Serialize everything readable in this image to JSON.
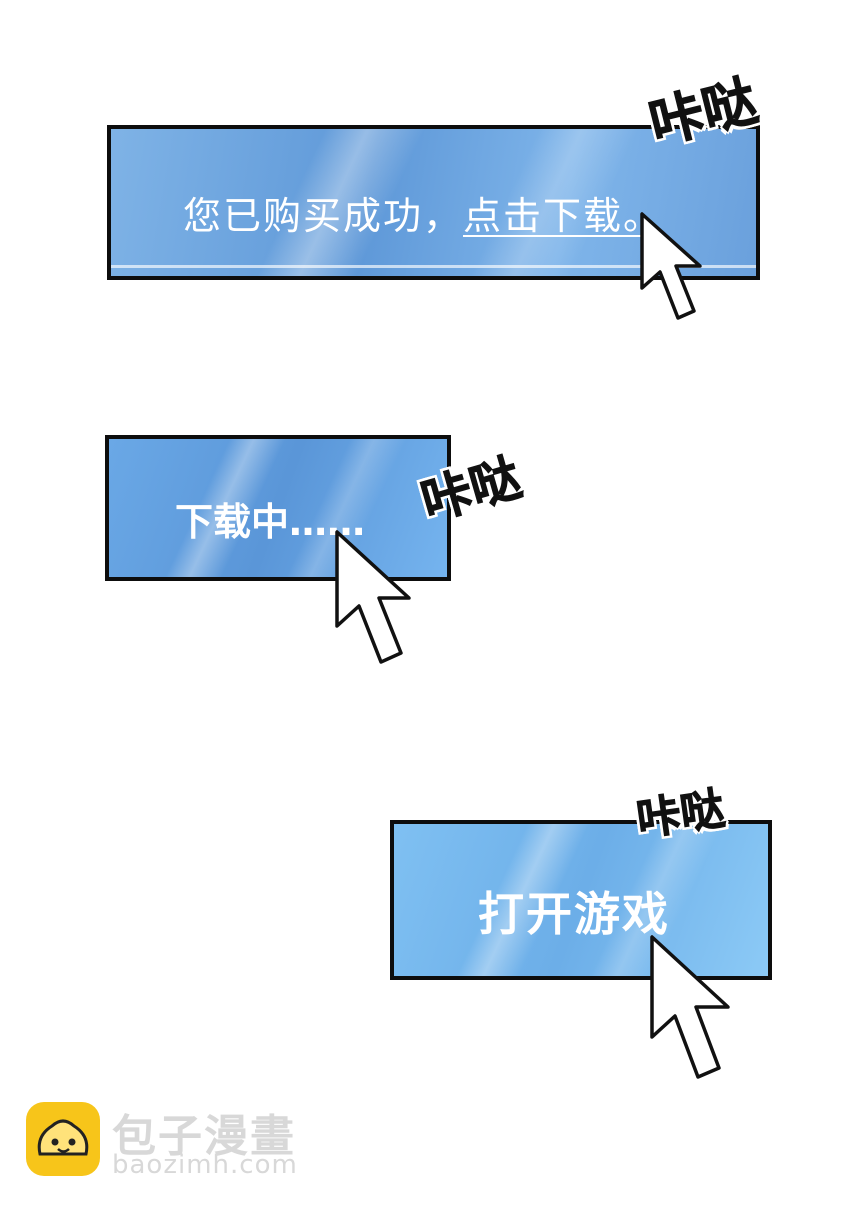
{
  "panels": [
    {
      "message": "您已购买成功，",
      "link_text": "点击下载。",
      "sound_effect": "咔哒"
    },
    {
      "message": "下载中……",
      "sound_effect": "咔哒"
    },
    {
      "message": "打开游戏",
      "sound_effect": "咔哒"
    }
  ],
  "cursor_icon": "arrow-pointer-icon",
  "watermark": {
    "title": "包子漫畫",
    "url": "baozimh.com",
    "logo_icon": "bun-logo-icon",
    "logo_color": "#f7c51a"
  },
  "colors": {
    "panel_blue": "#6aa8e6",
    "panel_border": "#0d0d0d",
    "text": "#ffffff"
  }
}
